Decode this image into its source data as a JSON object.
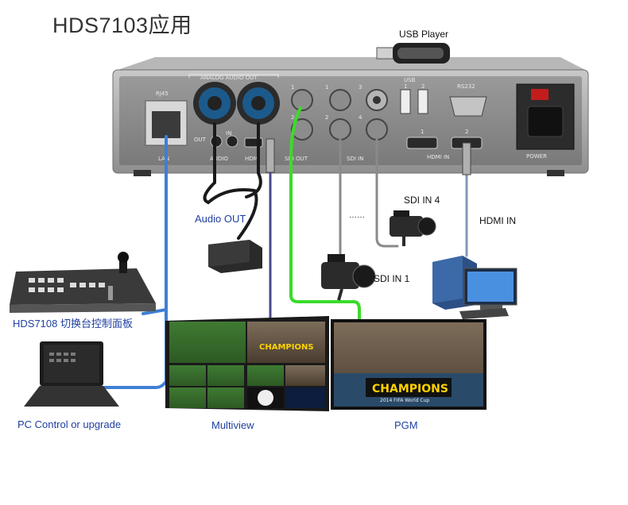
{
  "title": "HDS7103应用",
  "usb_player": "USB Player",
  "device_panel": {
    "rj45": "RJ45",
    "lan": "LAN",
    "analog_audio_out": "ANALOG AUDIO OUT",
    "audio": "AUDIO",
    "out": "OUT",
    "in": "IN",
    "sdi_out": "SDI OUT",
    "sdi_in": "SDI IN",
    "usb": "USB",
    "rs232": "RS232",
    "hdmi_out": "HDMI",
    "hdmi_in": "HDMI IN",
    "power": "POWER",
    "port_1": "1",
    "port_2": "2",
    "port_3": "3",
    "port_4": "4"
  },
  "labels": {
    "audio_out": "Audio OUT",
    "sdi_in_4": "SDI IN 4",
    "dots": "……",
    "hdmi_in": "HDMI IN",
    "sdi_in_1": "SDI IN 1",
    "control_panel": "HDS7108 切换台控制面板",
    "pc_control": "PC Control or upgrade",
    "multiview": "Multiview",
    "pgm": "PGM"
  },
  "screens": {
    "champions": "CHAMPIONS",
    "fifa": "2014 FIFA World Cup"
  },
  "colors": {
    "lan_cable": "#3d7fd6",
    "sdi_out_cable": "#3bdb2a",
    "multiview_cable": "#4a4a8a",
    "sdi_in_cable": "#8a8a8a",
    "hdmi_in_cable": "#7e9ab8",
    "label_blue": "#1f3fa0"
  }
}
